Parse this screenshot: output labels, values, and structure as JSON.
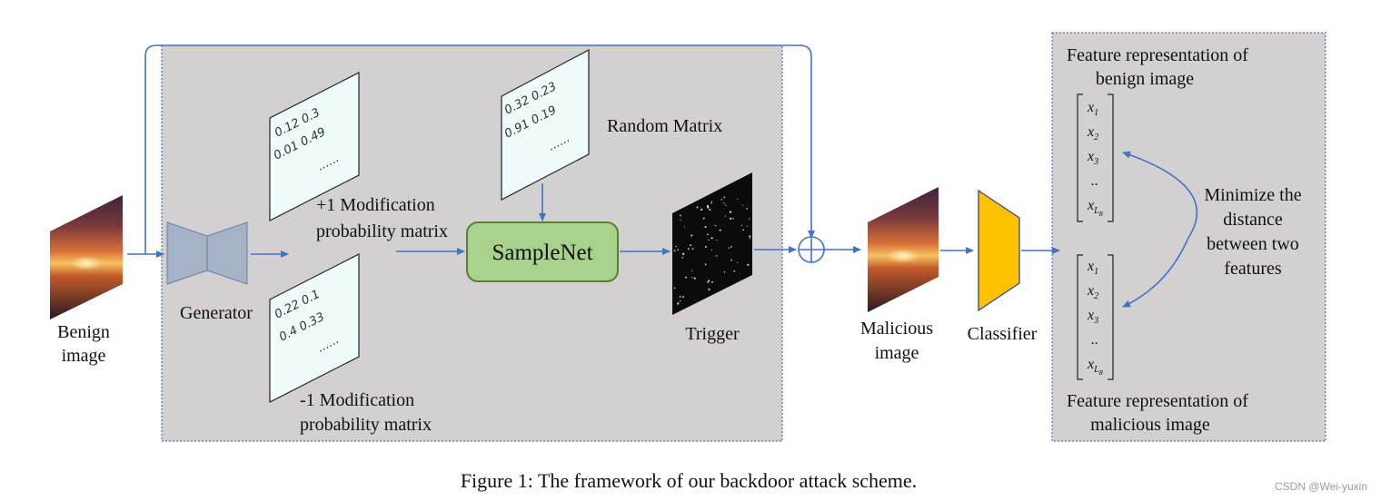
{
  "labels": {
    "benign_image": [
      "Benign",
      "image"
    ],
    "generator": "Generator",
    "plus_matrix": [
      "+1 Modification",
      "probability matrix"
    ],
    "minus_matrix": [
      "-1 Modification",
      "probability matrix"
    ],
    "random_matrix": "Random Matrix",
    "samplenet": "SampleNet",
    "trigger": "Trigger",
    "malicious_image": [
      "Malicious",
      "image"
    ],
    "classifier": "Classifier",
    "feature_benign": [
      "Feature representation of",
      "benign image"
    ],
    "feature_malicious": [
      "Feature representation of",
      "malicious image"
    ],
    "minimize": [
      "Minimize the",
      "distance",
      "between two",
      "features"
    ]
  },
  "matrices": {
    "plus": [
      "0.12    0.3",
      "0.01 0.49",
      "......"
    ],
    "minus": [
      "0.22    0.1",
      "0.4 0.33",
      "......"
    ],
    "random": [
      "0.32 0.23",
      "0.91 0.19",
      "......"
    ]
  },
  "feature_vector": {
    "entries": [
      "x",
      "x",
      "x",
      "..",
      "x"
    ],
    "subscripts": [
      "1",
      "2",
      "3",
      "",
      "L"
    ],
    "subsub": [
      "",
      "",
      "",
      "",
      "R"
    ]
  },
  "caption": "Figure 1: The framework of our backdoor attack scheme.",
  "watermark": "CSDN @Wei-yuxin",
  "colors": {
    "panel": "#d3d0d1",
    "panel_border": "#5a6e9e",
    "arrow": "#4472c4",
    "generator": "#a6b2c8",
    "samplenet_fill": "#a9d18e",
    "samplenet_border": "#548235",
    "matrix_fill": "#eefbfb",
    "classifier": "#ffc000"
  }
}
